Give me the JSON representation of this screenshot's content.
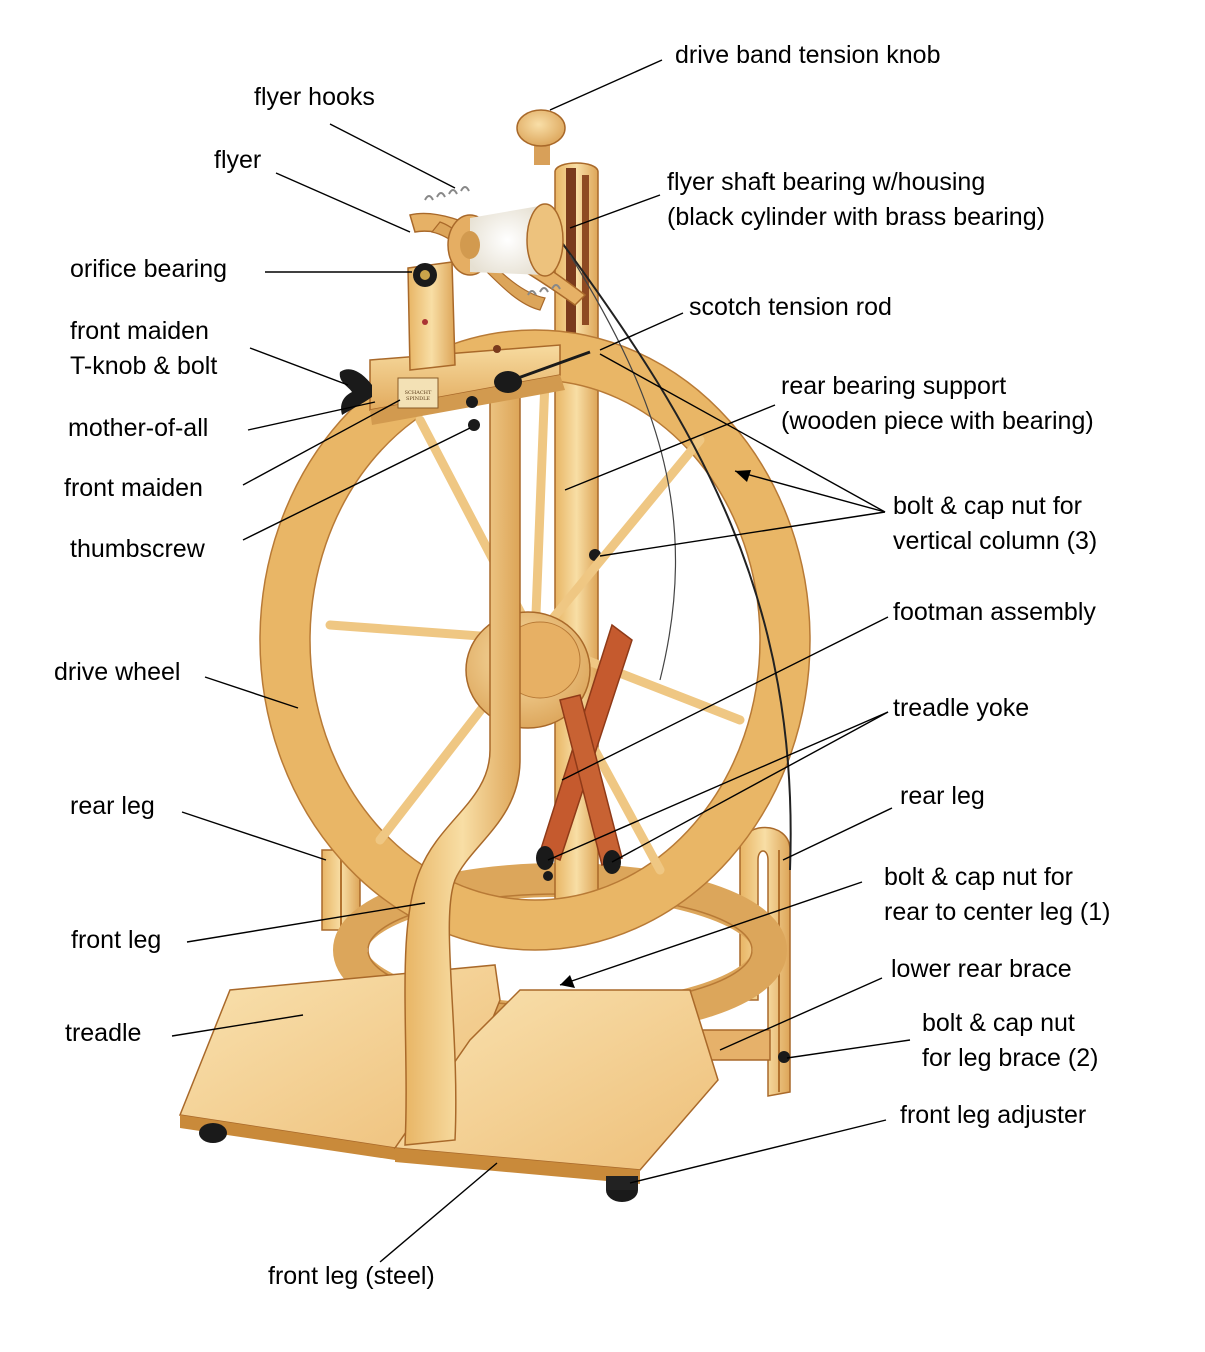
{
  "colors": {
    "wood_light": "#f6d79b",
    "wood_mid": "#e9b666",
    "wood_dark": "#c98a3a",
    "wood_edge": "#a9692a",
    "column_dark": "#7a3a1c",
    "footman_red": "#c55a2e",
    "hardware_black": "#1a1a1a",
    "brass": "#c9a44a",
    "leader_line": "#000000",
    "text": "#000000"
  },
  "labels": {
    "drive_band_tension_knob": "drive band tension knob",
    "flyer_hooks": "flyer hooks",
    "flyer": "flyer",
    "flyer_shaft_bearing": [
      "flyer shaft bearing w/housing",
      "(black cylinder with brass bearing)"
    ],
    "orifice_bearing": "orifice bearing",
    "scotch_tension_rod": "scotch tension rod",
    "front_maiden_tknob": [
      "front maiden",
      "T-knob & bolt"
    ],
    "rear_bearing_support": [
      "rear bearing support",
      "(wooden piece with bearing)"
    ],
    "mother_of_all": "mother-of-all",
    "front_maiden": "front maiden",
    "bolt_cap_vertical": [
      "bolt & cap nut for",
      "vertical column (3)"
    ],
    "thumbscrew": "thumbscrew",
    "footman_assembly": "footman assembly",
    "drive_wheel": "drive wheel",
    "treadle_yoke": "treadle yoke",
    "rear_leg_left": "rear leg",
    "rear_leg_right": "rear leg",
    "bolt_cap_rear_center": [
      "bolt & cap nut for",
      "rear to center leg (1)"
    ],
    "front_leg": "front leg",
    "lower_rear_brace": "lower rear brace",
    "treadle": "treadle",
    "bolt_cap_leg_brace": [
      "bolt & cap nut",
      "for leg brace (2)"
    ],
    "front_leg_adjuster": "front leg adjuster",
    "front_leg_steel": "front leg (steel)"
  },
  "logo": {
    "brand": [
      "SCHACHT",
      "SPINDLE"
    ]
  }
}
